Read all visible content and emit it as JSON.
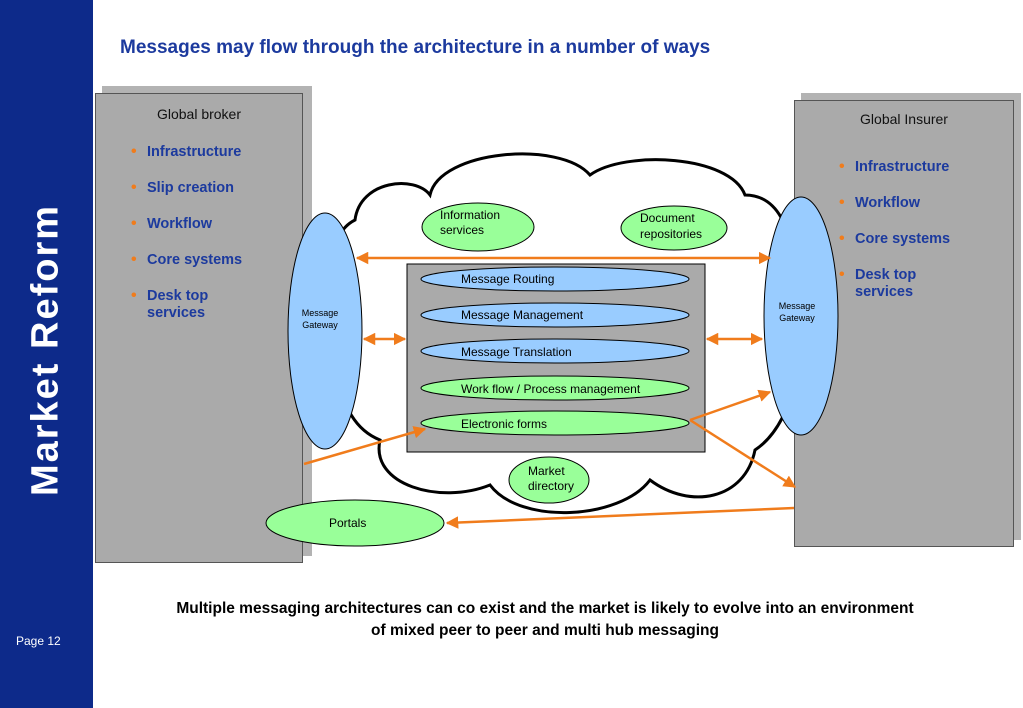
{
  "sidebar": {
    "brand": "Market Reform",
    "page_label": "Page 12"
  },
  "title": "Messages may flow through the architecture in a number of ways",
  "broker": {
    "title": "Global broker",
    "items": [
      "Infrastructure",
      "Slip creation",
      "Workflow",
      "Core systems",
      "Desk top services"
    ]
  },
  "insurer": {
    "title": "Global Insurer",
    "items": [
      "Infrastructure",
      "Workflow",
      "Core systems",
      "Desk top services"
    ]
  },
  "gateways": {
    "left": [
      "Message",
      "Gateway"
    ],
    "right": [
      "Message",
      "Gateway"
    ]
  },
  "cloud": {
    "information_services": [
      "Information",
      "services"
    ],
    "document_repositories": [
      "Document",
      "repositories"
    ],
    "market_directory": [
      "Market",
      "directory"
    ]
  },
  "hub": {
    "services": [
      {
        "label": "Message Routing",
        "color": "#99ccff"
      },
      {
        "label": "Message Management",
        "color": "#99ccff"
      },
      {
        "label": "Message Translation",
        "color": "#99ccff"
      },
      {
        "label": "Work flow / Process management",
        "color": "#99ff99"
      },
      {
        "label": "Electronic forms",
        "color": "#99ff99"
      }
    ]
  },
  "portals": "Portals",
  "footer": {
    "line1": "Multiple messaging architectures can co exist and the market is likely to evolve into an environment",
    "line2": "of mixed peer to peer and multi hub messaging"
  },
  "colors": {
    "sidebar": "#0d2a8a",
    "title": "#1c3a9e",
    "arrow": "#f07c1c",
    "panel": "#aaaaaa",
    "gateway": "#99ccff",
    "green": "#99ff99"
  }
}
